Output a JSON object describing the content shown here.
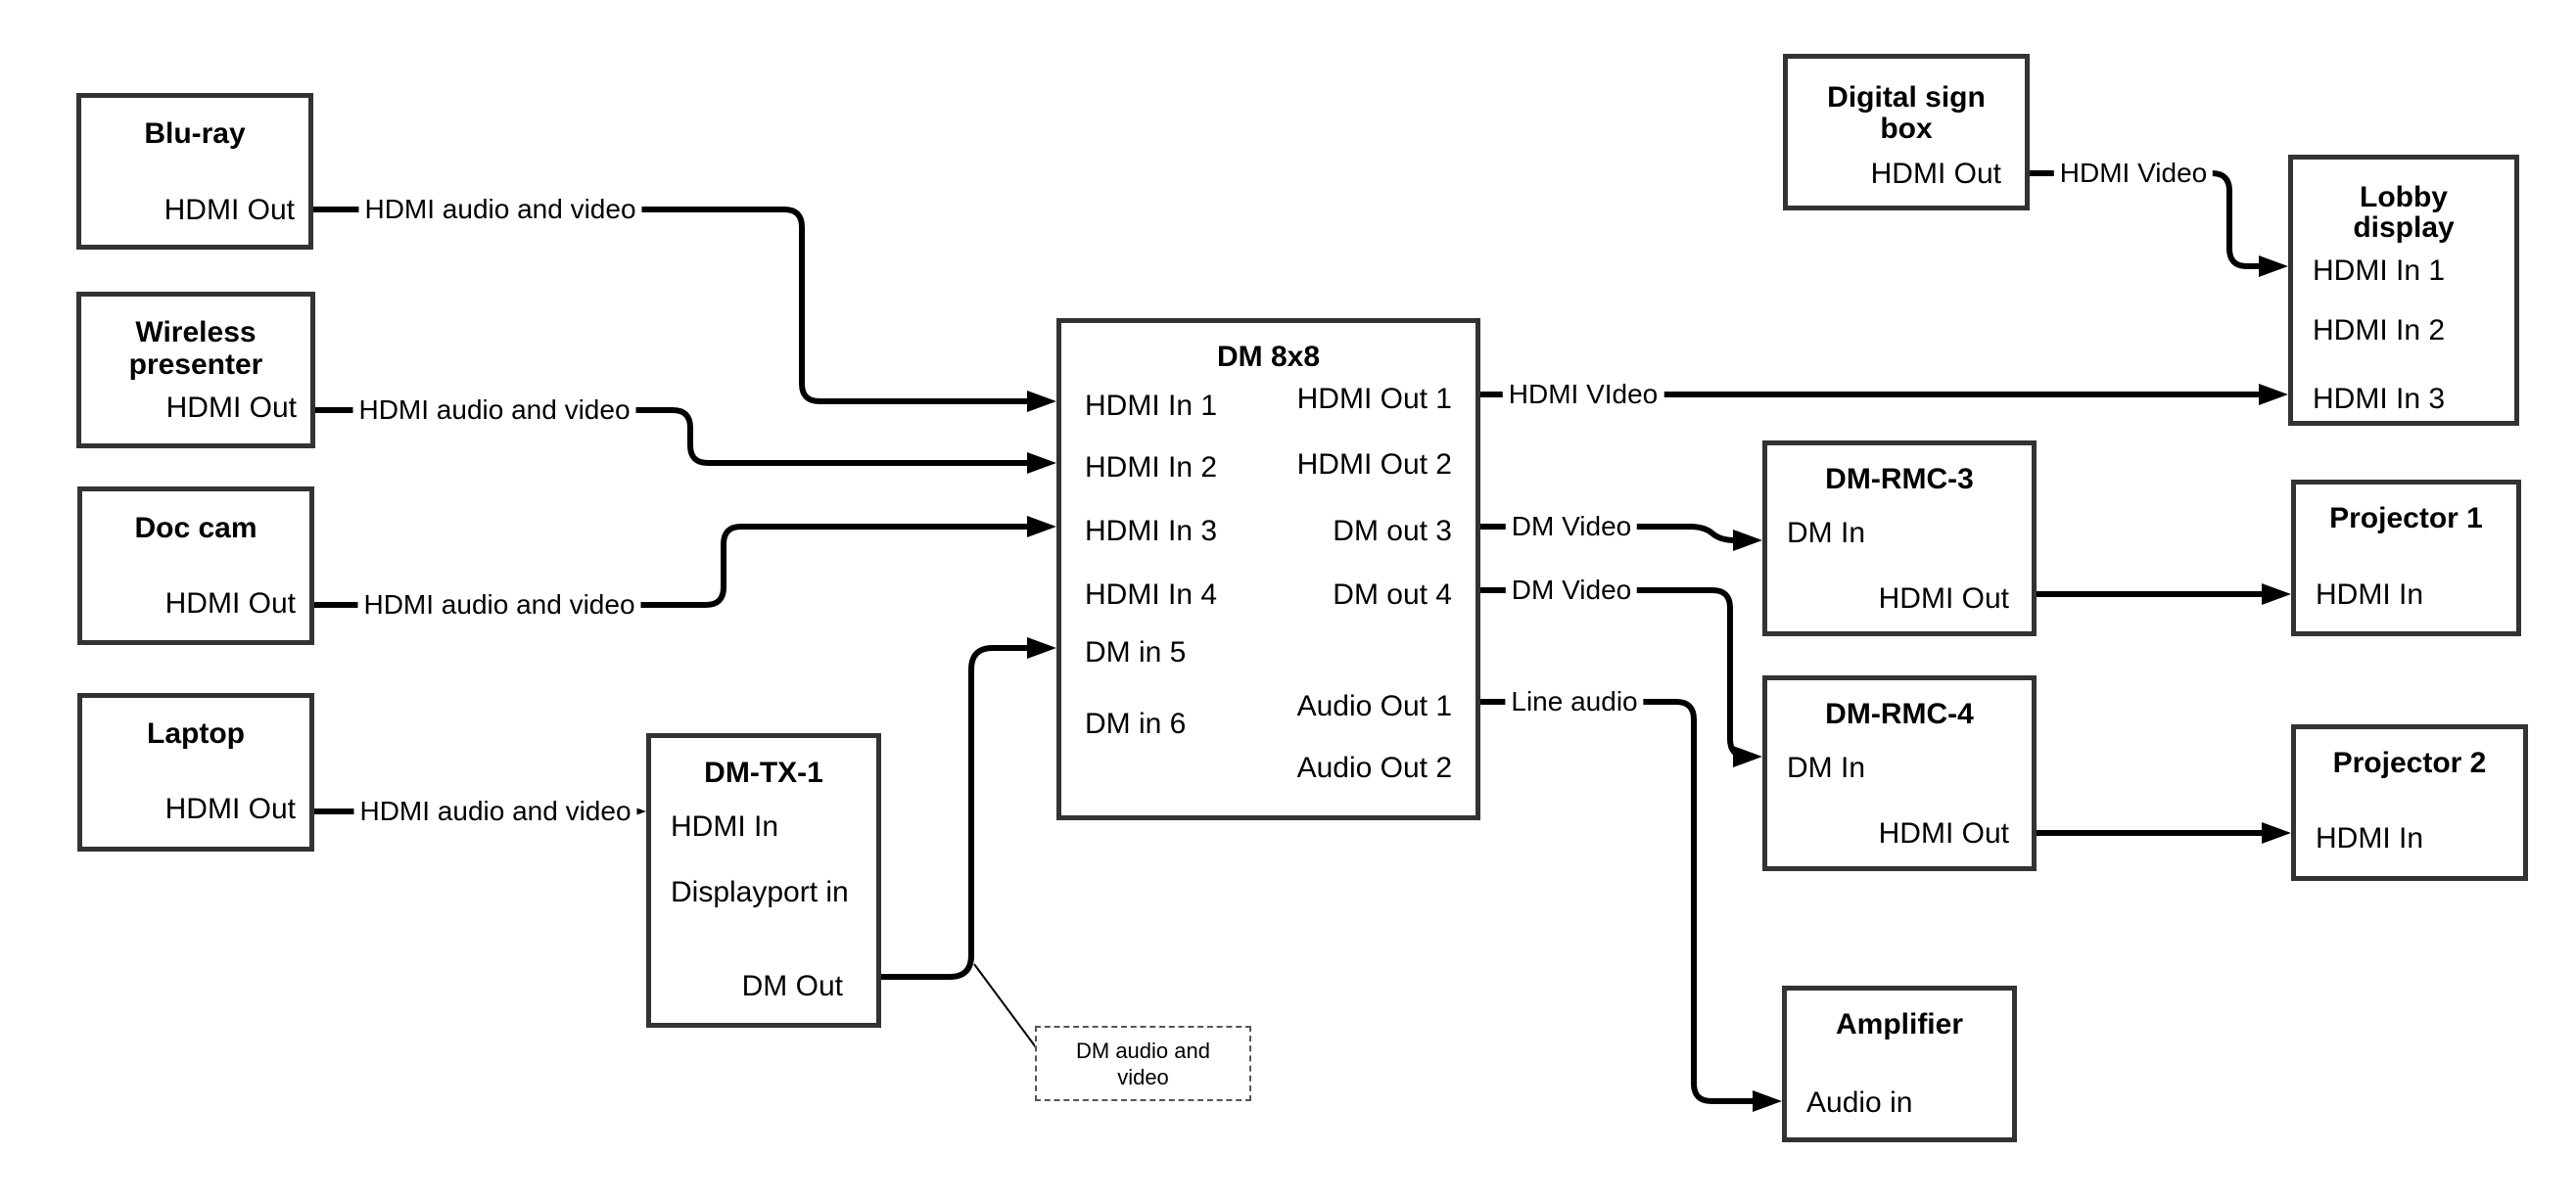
{
  "diagram_title": "DM 8x8 AV routing diagram",
  "colors": {
    "background": "#ffffff",
    "box_border": "#333333",
    "wire": "#000000",
    "text": "#000000",
    "callout_border": "#555555"
  },
  "nodes": {
    "bluray": {
      "title": "Blu-ray",
      "port_out": "HDMI Out"
    },
    "wireless": {
      "title_line1": "Wireless",
      "title_line2": "presenter",
      "port_out": "HDMI Out"
    },
    "doccam": {
      "title": "Doc cam",
      "port_out": "HDMI Out"
    },
    "laptop": {
      "title": "Laptop",
      "port_out": "HDMI Out"
    },
    "dmtx1": {
      "title": "DM-TX-1",
      "port_hdmi_in": "HDMI In",
      "port_dp_in": "Displayport in",
      "port_dm_out": "DM Out"
    },
    "dm8x8": {
      "title": "DM 8x8",
      "in1": "HDMI In 1",
      "in2": "HDMI In 2",
      "in3": "HDMI In 3",
      "in4": "HDMI In 4",
      "in5": "DM in 5",
      "in6": "DM in 6",
      "out1": "HDMI Out 1",
      "out2": "HDMI Out 2",
      "out3": "DM out 3",
      "out4": "DM out 4",
      "aout1": "Audio Out 1",
      "aout2": "Audio Out 2"
    },
    "digital_sign": {
      "title_line1": "Digital sign",
      "title_line2": "box",
      "port_out": "HDMI Out"
    },
    "lobby": {
      "title_line1": "Lobby",
      "title_line2": "display",
      "in1": "HDMI In 1",
      "in2": "HDMI In 2",
      "in3": "HDMI In 3"
    },
    "rmc3": {
      "title": "DM-RMC-3",
      "port_in": "DM In",
      "port_out": "HDMI Out"
    },
    "rmc4": {
      "title": "DM-RMC-4",
      "port_in": "DM In",
      "port_out": "HDMI Out"
    },
    "proj1": {
      "title": "Projector 1",
      "port_in": "HDMI In"
    },
    "proj2": {
      "title": "Projector 2",
      "port_in": "HDMI In"
    },
    "amp": {
      "title": "Amplifier",
      "port_in": "Audio in"
    }
  },
  "connection_labels": {
    "bluray_to_in1": "HDMI audio and video",
    "wireless_to_in2": "HDMI audio and video",
    "doccam_to_in3": "HDMI audio and video",
    "laptop_to_dmtx1": "HDMI audio and video",
    "out1_to_lobby": "HDMI VIdeo",
    "sign_to_lobby": "HDMI Video",
    "out3_to_rmc3": "DM Video",
    "out4_to_rmc4": "DM Video",
    "aout1_to_amp": "Line audio",
    "callout_line1": "DM audio and",
    "callout_line2": "video"
  }
}
